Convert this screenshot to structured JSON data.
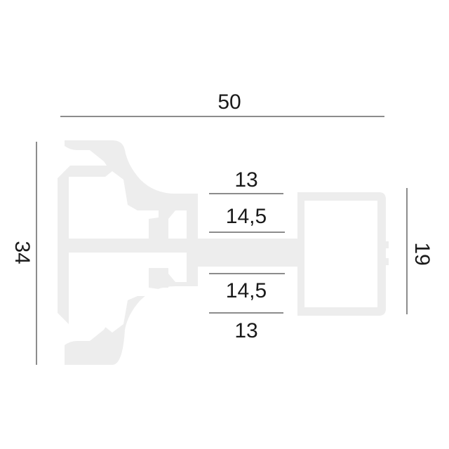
{
  "dimensions": {
    "overall_width": "50",
    "overall_height": "34",
    "right_height": "19",
    "upper_inner": "13",
    "upper_outer": "14,5",
    "lower_outer": "14,5",
    "lower_inner": "13"
  },
  "colors": {
    "profile_fill": "#ededed",
    "line": "#1a1a1a",
    "text": "#1a1a1a",
    "background": "#ffffff"
  }
}
